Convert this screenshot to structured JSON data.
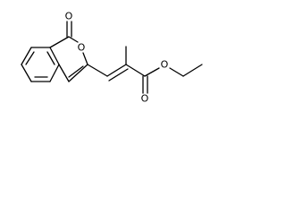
{
  "diagram": {
    "type": "chemical-structure",
    "atom_labels": {
      "carbonyl_oxygen": "O",
      "ring_oxygen": "O",
      "ester_carbonyl_oxygen": "O",
      "ester_oxygen": "O"
    },
    "colors": {
      "bond": "#000000",
      "label": "#000000",
      "background": "#ffffff"
    }
  }
}
